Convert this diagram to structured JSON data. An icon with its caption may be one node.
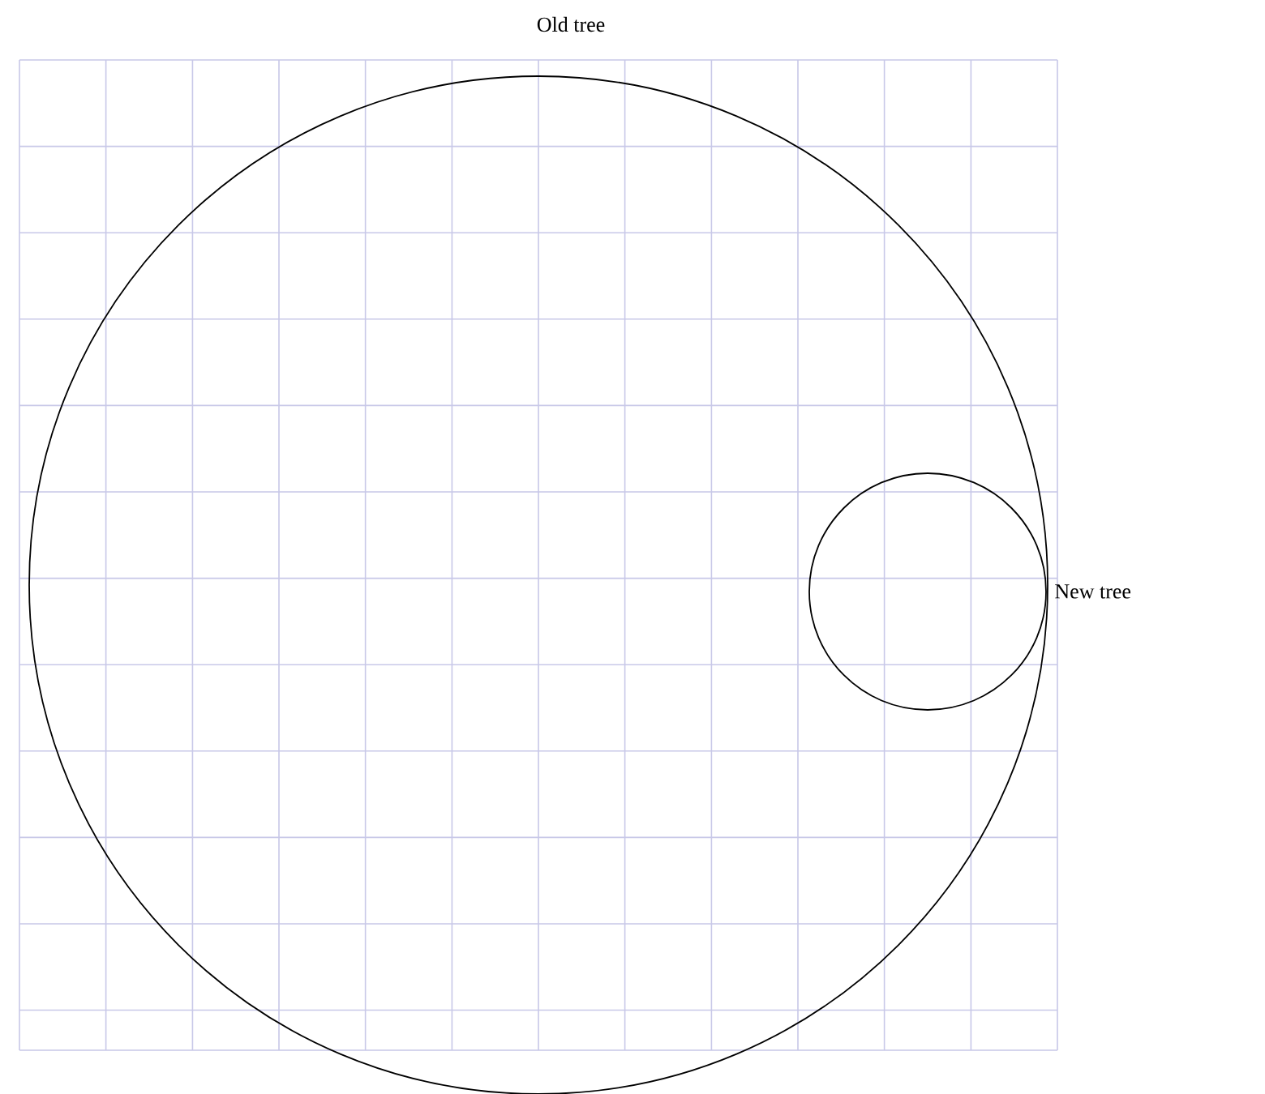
{
  "diagram": {
    "nodes": [
      {
        "text": [
          "Old tree"
        ]
      },
      {
        "text": [
          "New tree"
        ],
        "in": 0
      }
    ]
  }
}
